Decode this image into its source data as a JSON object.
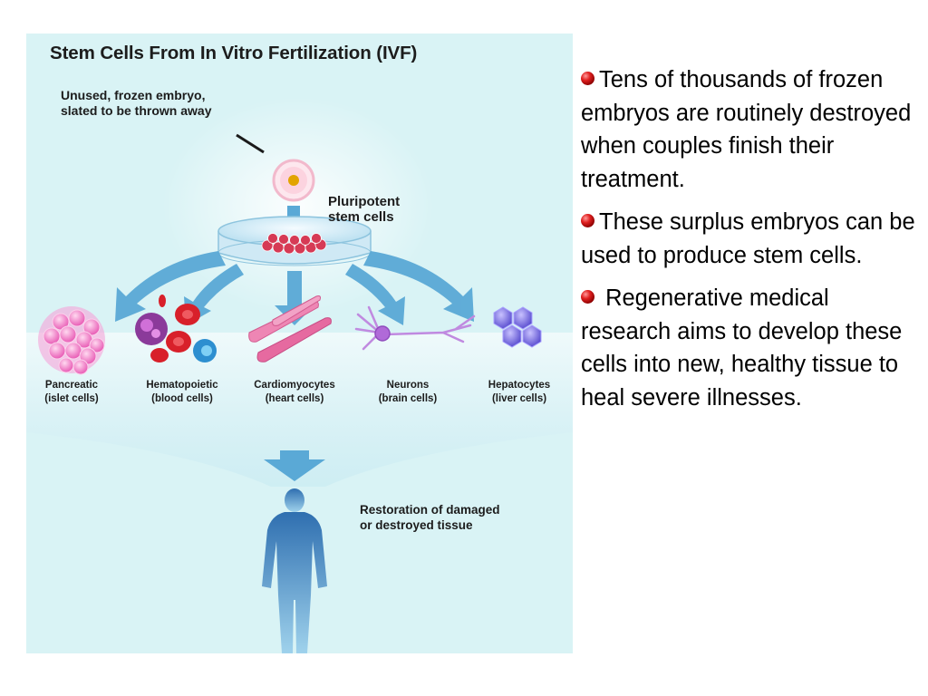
{
  "figure": {
    "title": "Stem Cells From In Vitro Fertilization (IVF)",
    "embryo_label": [
      "Unused, frozen embryo,",
      "slated to be thrown away"
    ],
    "pluripotent_label": [
      "Pluripotent",
      "stem cells"
    ],
    "cell_types": [
      {
        "name": "Pancreatic",
        "sub": "(islet cells)",
        "icon": "pancreatic-cells-icon"
      },
      {
        "name": "Hematopoietic",
        "sub": "(blood cells)",
        "icon": "blood-cells-icon"
      },
      {
        "name": "Cardiomyocytes",
        "sub": "(heart cells)",
        "icon": "heart-cells-icon"
      },
      {
        "name": "Neurons",
        "sub": "(brain cells)",
        "icon": "neuron-icon"
      },
      {
        "name": "Hepatocytes",
        "sub": "(liver cells)",
        "icon": "liver-cells-icon"
      }
    ],
    "restoration_label": [
      "Restoration of damaged",
      "or destroyed tissue"
    ],
    "colors": {
      "background": "#d9f3f5",
      "arrow": "#5aa9d6",
      "pancreatic": "#f07ac4",
      "blood": "#d8202a",
      "heart": "#e66aa0",
      "neuron": "#b06ad8",
      "liver": "#7a6ae0",
      "human": "#2f77b8"
    }
  },
  "bullets": [
    {
      "text": "Tens of thousands of frozen embryos are routinely destroyed when couples finish their treatment."
    },
    {
      "text": "These surplus embryos  can be used to produce stem cells."
    },
    {
      "text": " Regenerative medical research aims to develop these cells into new, healthy tissue to heal severe illnesses."
    }
  ]
}
